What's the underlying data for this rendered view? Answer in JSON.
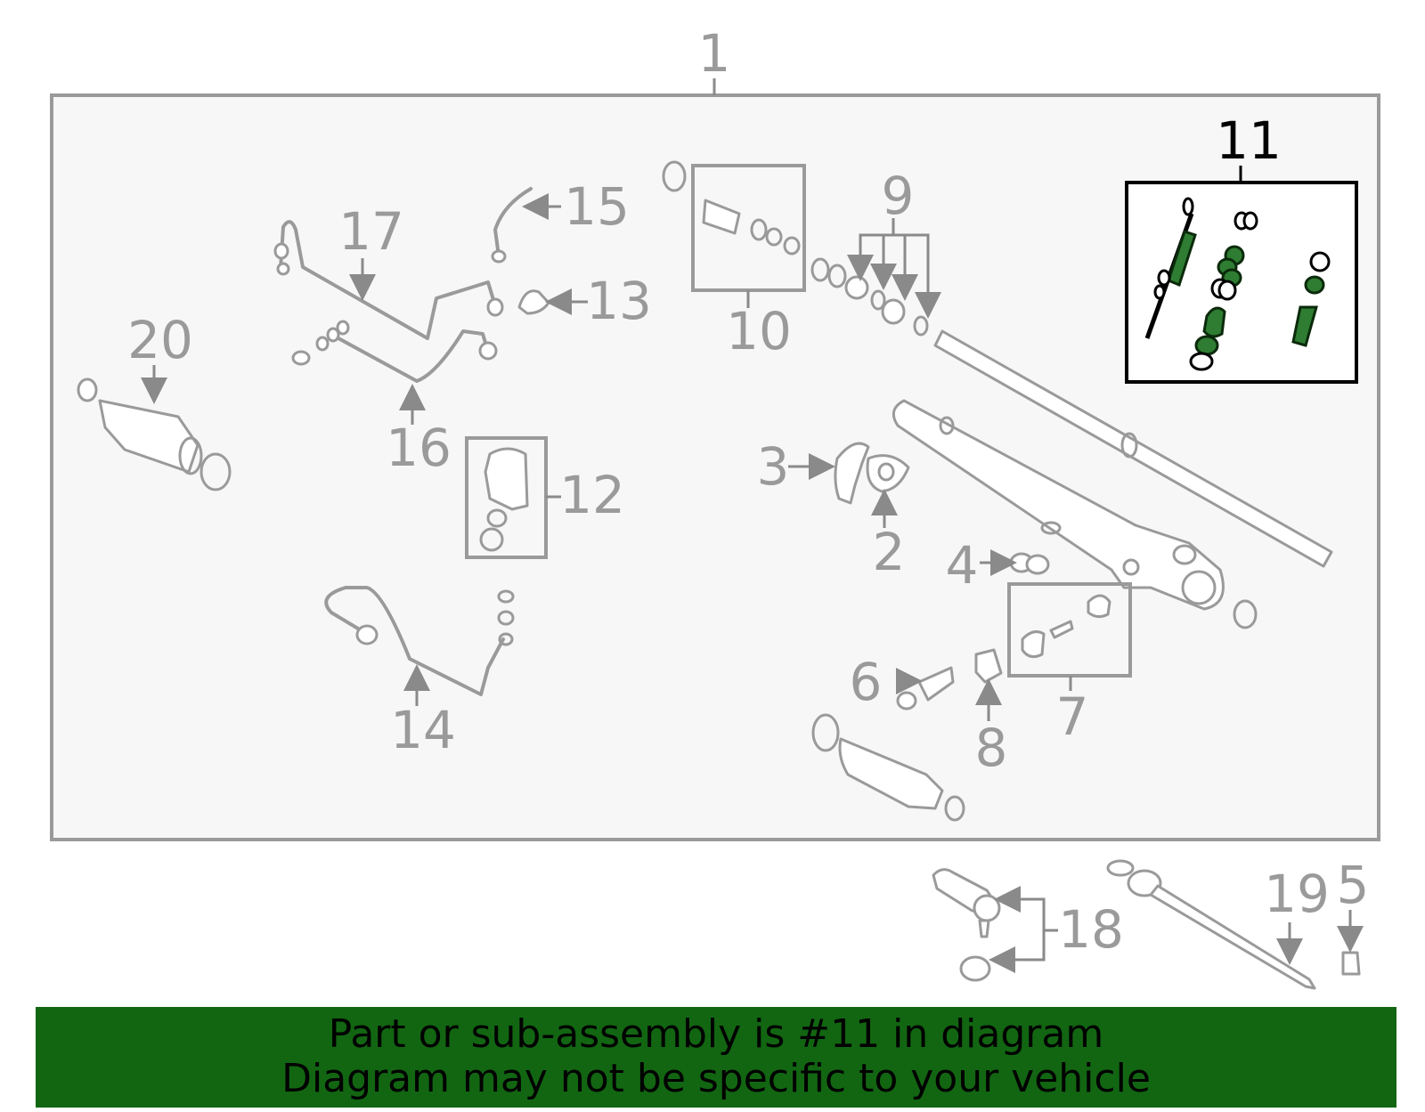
{
  "diagram": {
    "callouts": {
      "c1": "1",
      "c2": "2",
      "c3": "3",
      "c4": "4",
      "c5": "5",
      "c6": "6",
      "c7": "7",
      "c8": "8",
      "c9": "9",
      "c10": "10",
      "c11": "11",
      "c12": "12",
      "c13": "13",
      "c14": "14",
      "c15": "15",
      "c16": "16",
      "c17": "17",
      "c18": "18",
      "c19": "19",
      "c20": "20"
    },
    "highlighted_callout": "11",
    "colors": {
      "frame": "#9a9a9a",
      "frame_fill": "#f7f7f7",
      "highlight_box": "#000000",
      "highlight_parts": "#2e7d32",
      "banner": "#126612"
    }
  },
  "banner": {
    "line1": "Part or sub-assembly is #11 in diagram",
    "line2": "Diagram may not be specific to your vehicle"
  }
}
